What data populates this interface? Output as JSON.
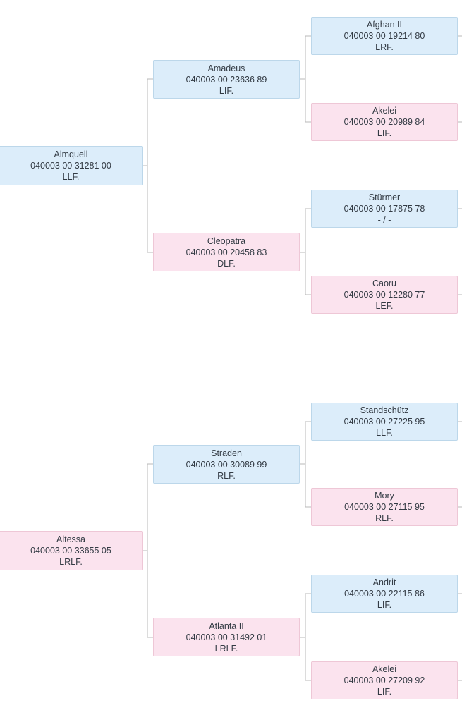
{
  "pedigrees": [
    {
      "subject": {
        "name": "Almquell",
        "id": "040003 00 31281 00",
        "code": "LLF.",
        "sex": "m"
      },
      "parents": [
        {
          "name": "Amadeus",
          "id": "040003 00 23636 89",
          "code": "LIF.",
          "sex": "m"
        },
        {
          "name": "Cleopatra",
          "id": "040003 00 20458 83",
          "code": "DLF.",
          "sex": "f"
        }
      ],
      "grandparents": [
        {
          "name": "Afghan II",
          "id": "040003 00 19214 80",
          "code": "LRF.",
          "sex": "m"
        },
        {
          "name": "Akelei",
          "id": "040003 00 20989 84",
          "code": "LIF.",
          "sex": "f"
        },
        {
          "name": "Stürmer",
          "id": "040003 00 17875 78",
          "code": "- / -",
          "sex": "m"
        },
        {
          "name": "Caoru",
          "id": "040003 00 12280 77",
          "code": "LEF.",
          "sex": "f"
        }
      ]
    },
    {
      "subject": {
        "name": "Altessa",
        "id": "040003 00 33655 05",
        "code": "LRLF.",
        "sex": "f"
      },
      "parents": [
        {
          "name": "Straden",
          "id": "040003 00 30089 99",
          "code": "RLF.",
          "sex": "m"
        },
        {
          "name": "Atlanta II",
          "id": "040003 00 31492 01",
          "code": "LRLF.",
          "sex": "f"
        }
      ],
      "grandparents": [
        {
          "name": "Standschütz",
          "id": "040003 00 27225 95",
          "code": "LLF.",
          "sex": "m"
        },
        {
          "name": "Mory",
          "id": "040003 00 27115 95",
          "code": "RLF.",
          "sex": "f"
        },
        {
          "name": "Andrit",
          "id": "040003 00 22115 86",
          "code": "LIF.",
          "sex": "m"
        },
        {
          "name": "Akelei",
          "id": "040003 00 27209 92",
          "code": "LIF.",
          "sex": "f"
        }
      ]
    }
  ]
}
